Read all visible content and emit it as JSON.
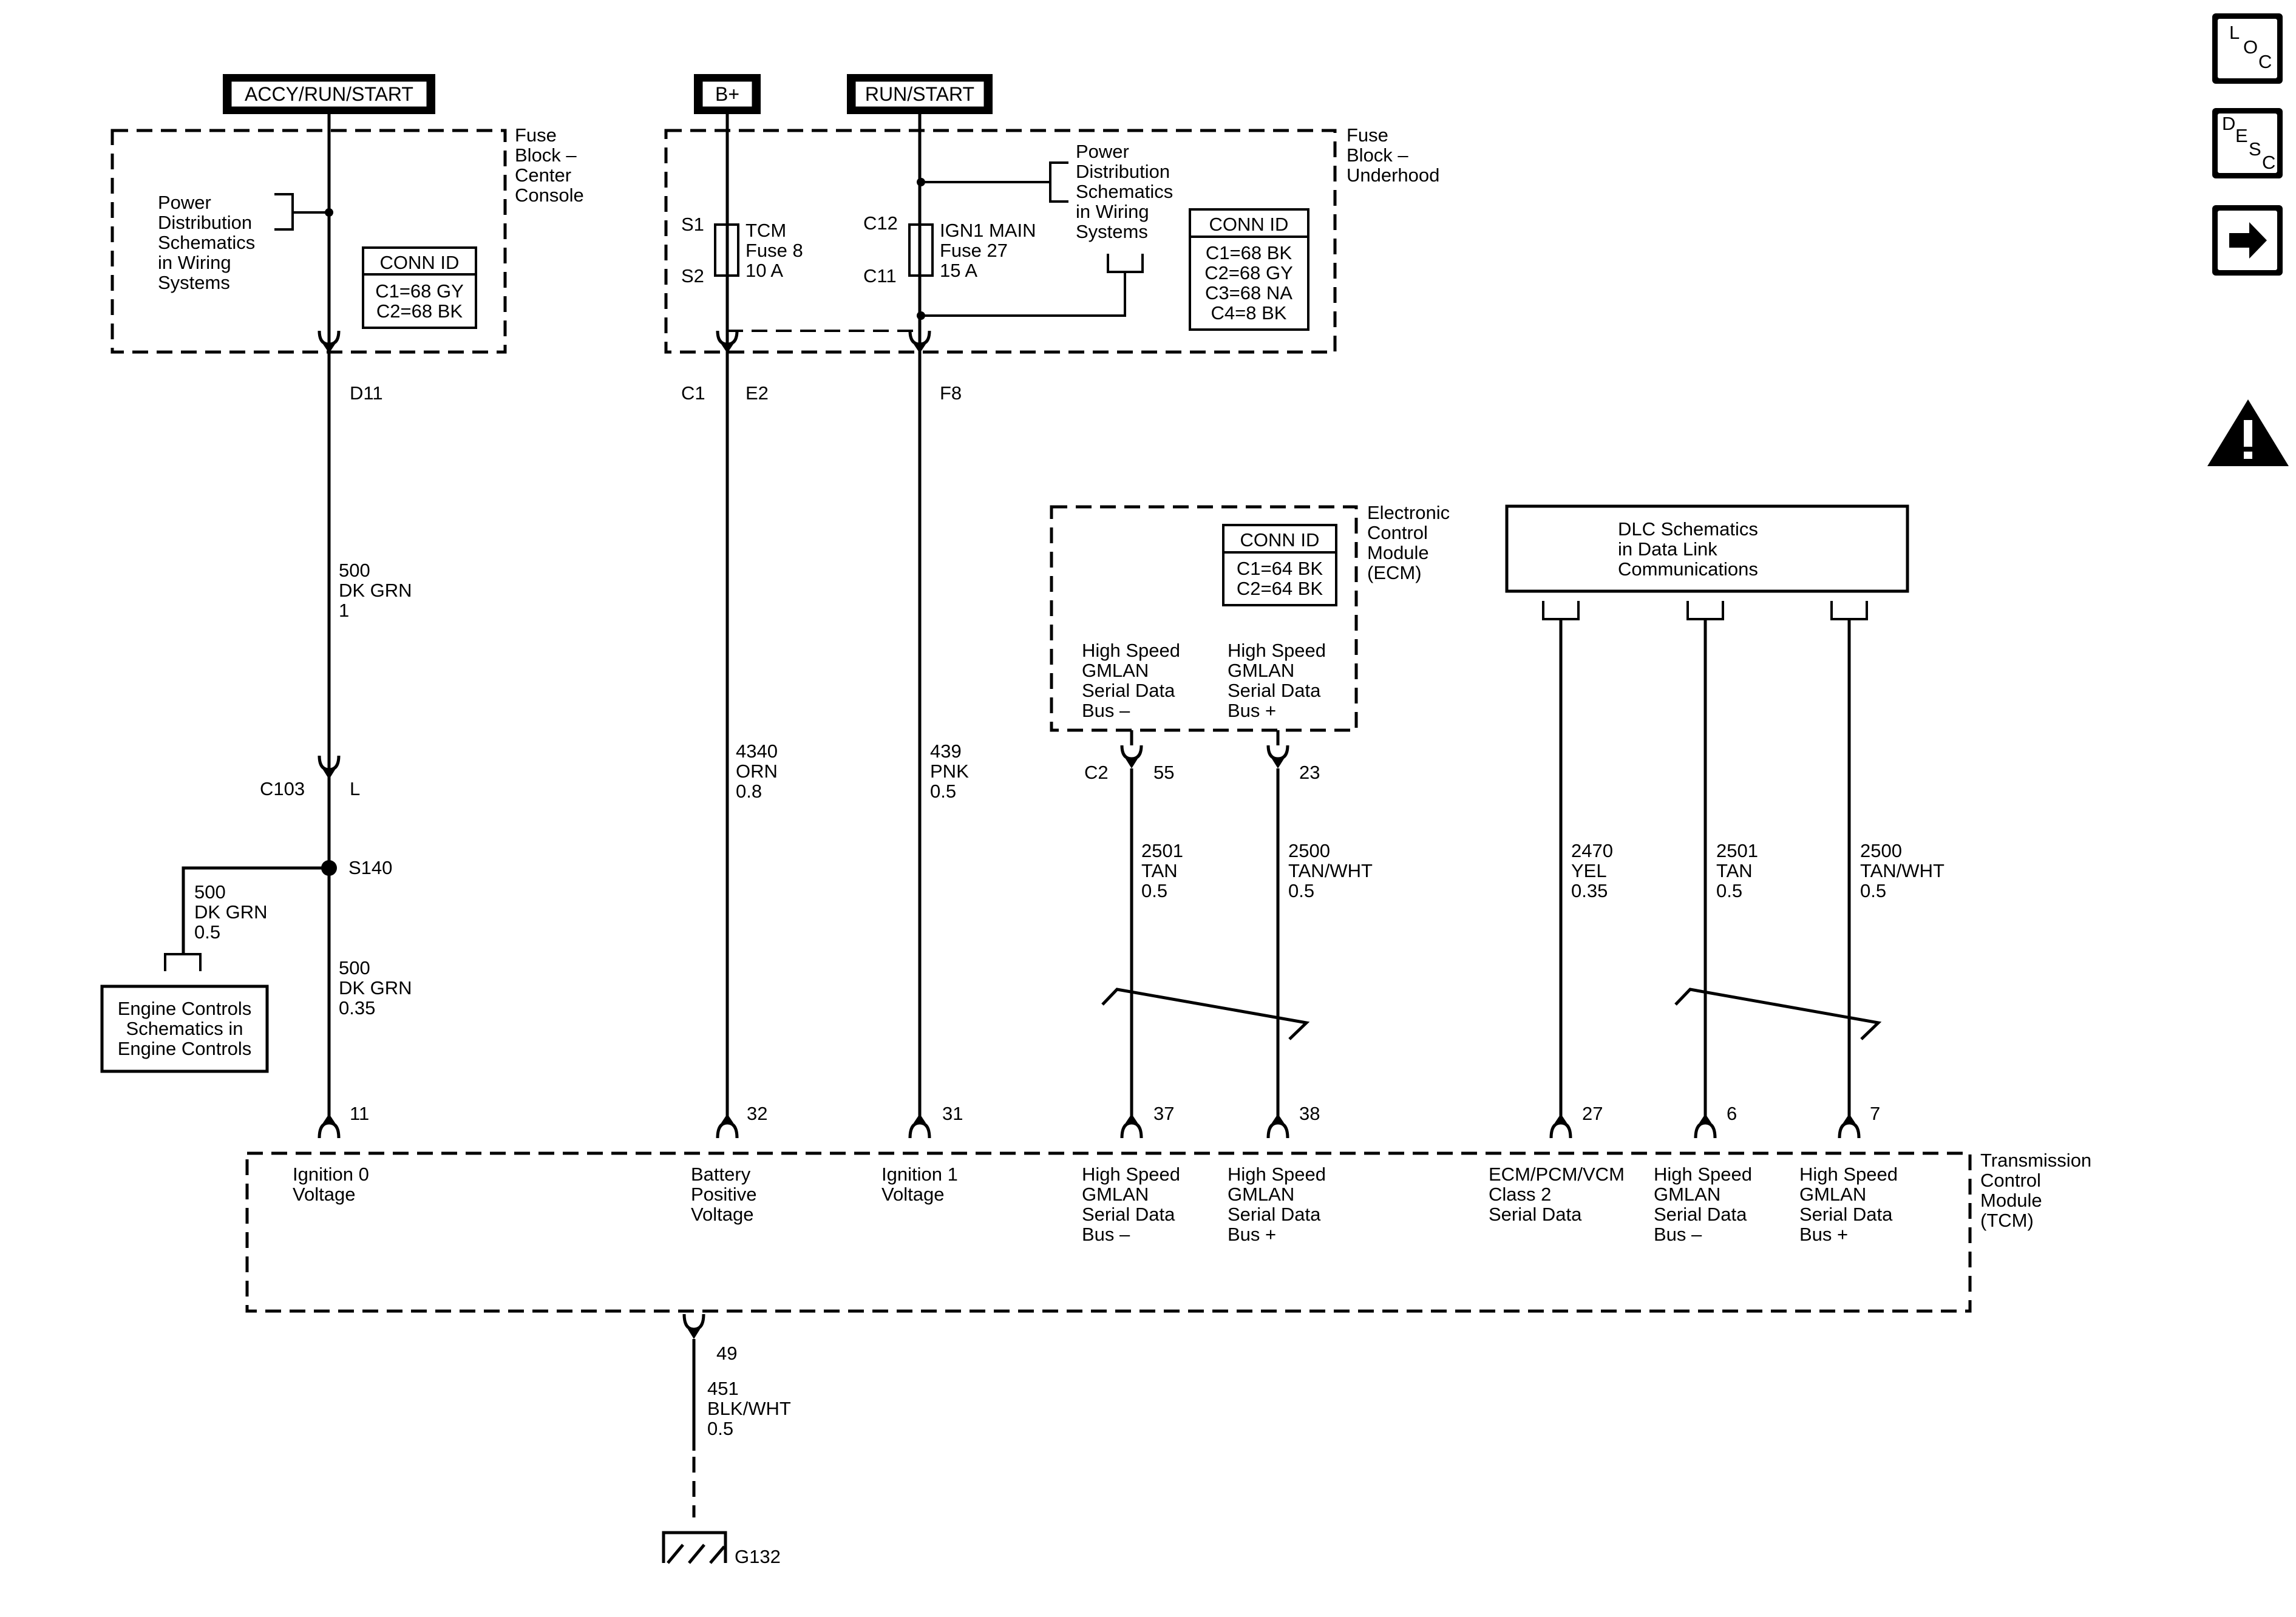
{
  "power_sources": {
    "accy": "ACCY/RUN/START",
    "bplus": "B+",
    "runstart": "RUN/START"
  },
  "fuse_block_center": {
    "label": [
      "Fuse",
      "Block –",
      "Center",
      "Console"
    ],
    "power_dist": [
      "Power",
      "Distribution",
      "Schematics",
      "in Wiring",
      "Systems"
    ],
    "conn_title": "CONN ID",
    "conn": [
      "C1=68 GY",
      "C2=68 BK"
    ]
  },
  "fuse_block_underhood": {
    "label": [
      "Fuse",
      "Block –",
      "Underhood"
    ],
    "s1": "S1",
    "s2": "S2",
    "tcm_fuse": [
      "TCM",
      "Fuse 8",
      "10 A"
    ],
    "c12": "C12",
    "c11": "C11",
    "ign_fuse": [
      "IGN1 MAIN",
      "Fuse 27",
      "15 A"
    ],
    "power_dist": [
      "Power",
      "Distribution",
      "Schematics",
      "in Wiring",
      "Systems"
    ],
    "conn_title": "CONN ID",
    "conn": [
      "C1=68 BK",
      "C2=68 GY",
      "C3=68 NA",
      "C4=8 BK"
    ]
  },
  "connectors": {
    "d11": "D11",
    "c1": "C1",
    "e2": "E2",
    "f8": "F8",
    "c103": "C103",
    "l": "L",
    "s140": "S140",
    "c2": "C2",
    "p55": "55",
    "p23": "23",
    "g132": "G132",
    "p49": "49"
  },
  "wires": {
    "w500a": [
      "500",
      "DK GRN",
      "1"
    ],
    "w500b": [
      "500",
      "DK GRN",
      "0.5"
    ],
    "w500c": [
      "500",
      "DK GRN",
      "0.35"
    ],
    "w4340": [
      "4340",
      "ORN",
      "0.8"
    ],
    "w439": [
      "439",
      "PNK",
      "0.5"
    ],
    "w2501a": [
      "2501",
      "TAN",
      "0.5"
    ],
    "w2500a": [
      "2500",
      "TAN/WHT",
      "0.5"
    ],
    "w2470": [
      "2470",
      "YEL",
      "0.35"
    ],
    "w2501b": [
      "2501",
      "TAN",
      "0.5"
    ],
    "w2500b": [
      "2500",
      "TAN/WHT",
      "0.5"
    ],
    "w451": [
      "451",
      "BLK/WHT",
      "0.5"
    ]
  },
  "engine_controls": [
    "Engine Controls",
    "Schematics in",
    "Engine Controls"
  ],
  "ecm": {
    "label": [
      "Electronic",
      "Control",
      "Module",
      "(ECM)"
    ],
    "conn_title": "CONN ID",
    "conn": [
      "C1=64 BK",
      "C2=64 BK"
    ],
    "bus_minus": [
      "High Speed",
      "GMLAN",
      "Serial Data",
      "Bus –"
    ],
    "bus_plus": [
      "High Speed",
      "GMLAN",
      "Serial Data",
      "Bus +"
    ]
  },
  "dlc": [
    "DLC Schematics",
    "in Data Link",
    "Communications"
  ],
  "tcm": {
    "label": [
      "Transmission",
      "Control",
      "Module",
      "(TCM)"
    ],
    "pins": [
      "11",
      "32",
      "31",
      "37",
      "38",
      "27",
      "6",
      "7"
    ],
    "ign0": [
      "Ignition 0",
      "Voltage"
    ],
    "batt": [
      "Battery",
      "Positive",
      "Voltage"
    ],
    "ign1": [
      "Ignition 1",
      "Voltage"
    ],
    "hs_minus": [
      "High Speed",
      "GMLAN",
      "Serial Data",
      "Bus –"
    ],
    "hs_plus": [
      "High Speed",
      "GMLAN",
      "Serial Data",
      "Bus +"
    ],
    "class2": [
      "ECM/PCM/VCM",
      "Class 2",
      "Serial Data"
    ],
    "hs_minus2": [
      "High Speed",
      "GMLAN",
      "Serial Data",
      "Bus –"
    ],
    "hs_plus2": [
      "High Speed",
      "GMLAN",
      "Serial Data",
      "Bus +"
    ]
  },
  "side_icons": {
    "loc": [
      "L",
      "O",
      "C"
    ],
    "desc": [
      "D",
      "E",
      "S",
      "C"
    ],
    "next": "arrow-right-icon",
    "warning": "warning-icon"
  }
}
